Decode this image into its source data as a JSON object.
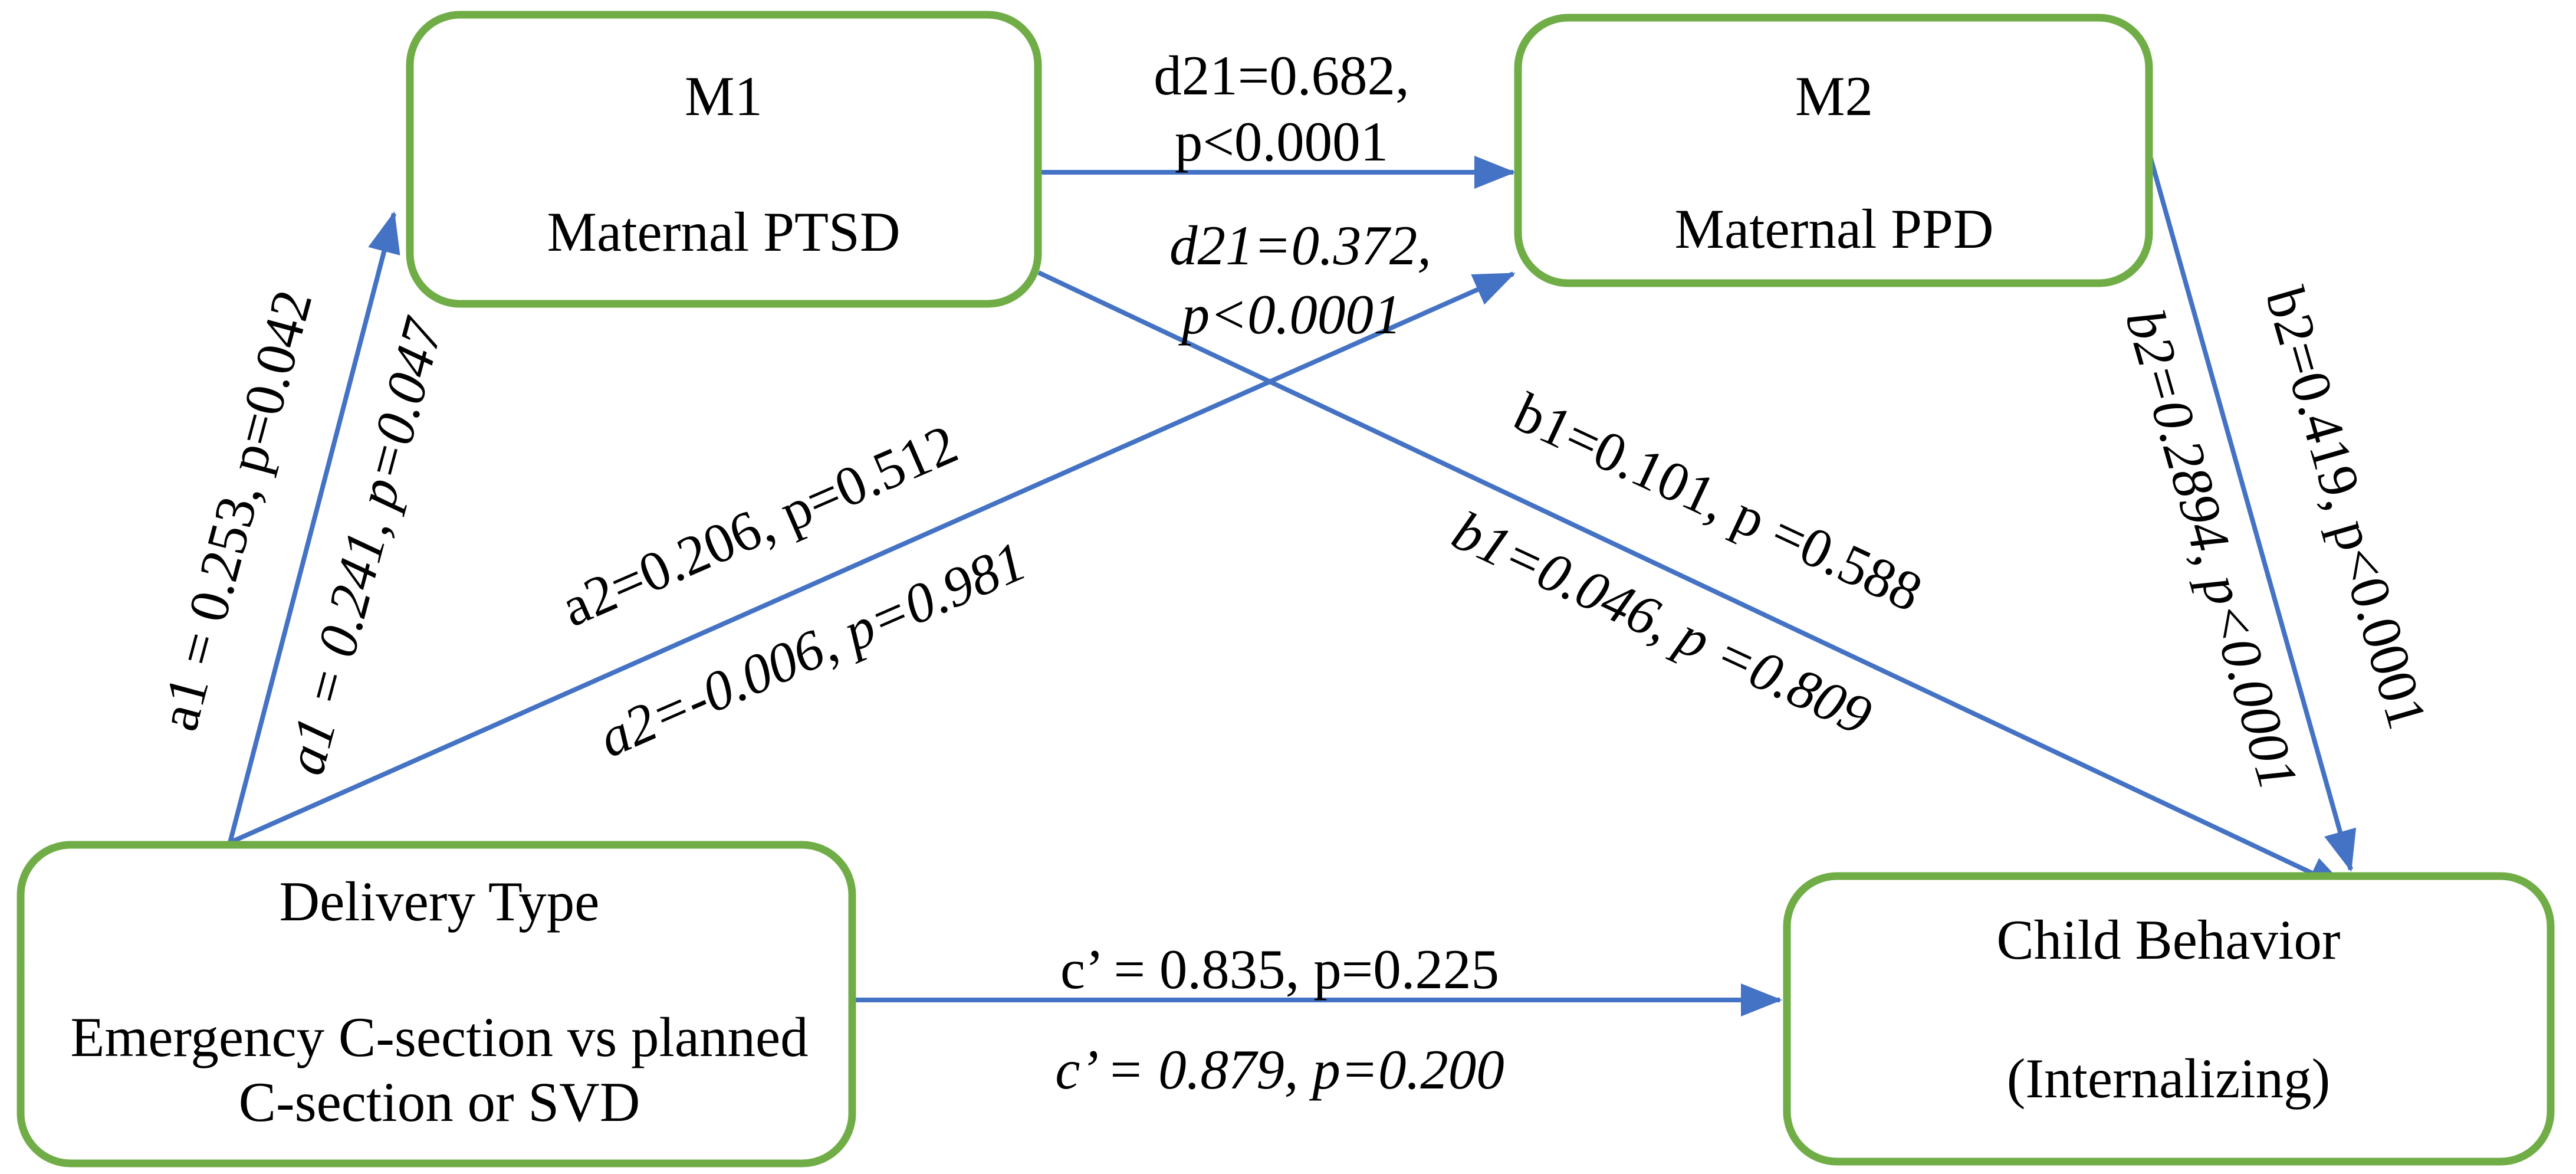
{
  "diagram": {
    "nodes": {
      "m1": {
        "code": "M1",
        "label": "Maternal PTSD"
      },
      "m2": {
        "code": "M2",
        "label": "Maternal PPD"
      },
      "delivery": {
        "title": "Delivery Type",
        "desc_line1": "Emergency C-section vs planned",
        "desc_line2": "C-section or SVD"
      },
      "child": {
        "title": "Child Behavior",
        "subtitle": "(Internalizing)"
      }
    },
    "paths": {
      "a1": {
        "model1": "a1 = 0.253, p=0.042",
        "model2": "a1 = 0.241, p=0.047"
      },
      "a2": {
        "model1": "a2=0.206, p=0.512",
        "model2": "a2=-0.006, p=0.981"
      },
      "d21": {
        "model1_line1": "d21=0.682,",
        "model1_line2": "p<0.0001",
        "model2_line1": "d21=0.372,",
        "model2_line2": "p<0.0001"
      },
      "b1": {
        "model1": "b1=0.101, p =0.588",
        "model2": "b1=0.046, p =0.809"
      },
      "b2": {
        "model1": "b2=0.419, p<0.0001",
        "model2": "b2=0.2894, p<0.0001"
      },
      "c_prime": {
        "model1": "c’ = 0.835, p=0.225",
        "model2": "c’ = 0.879, p=0.200"
      }
    },
    "colors": {
      "box_border": "#70AD47",
      "arrow": "#4472C4",
      "text": "#000000",
      "background": "#FFFFFF"
    }
  }
}
